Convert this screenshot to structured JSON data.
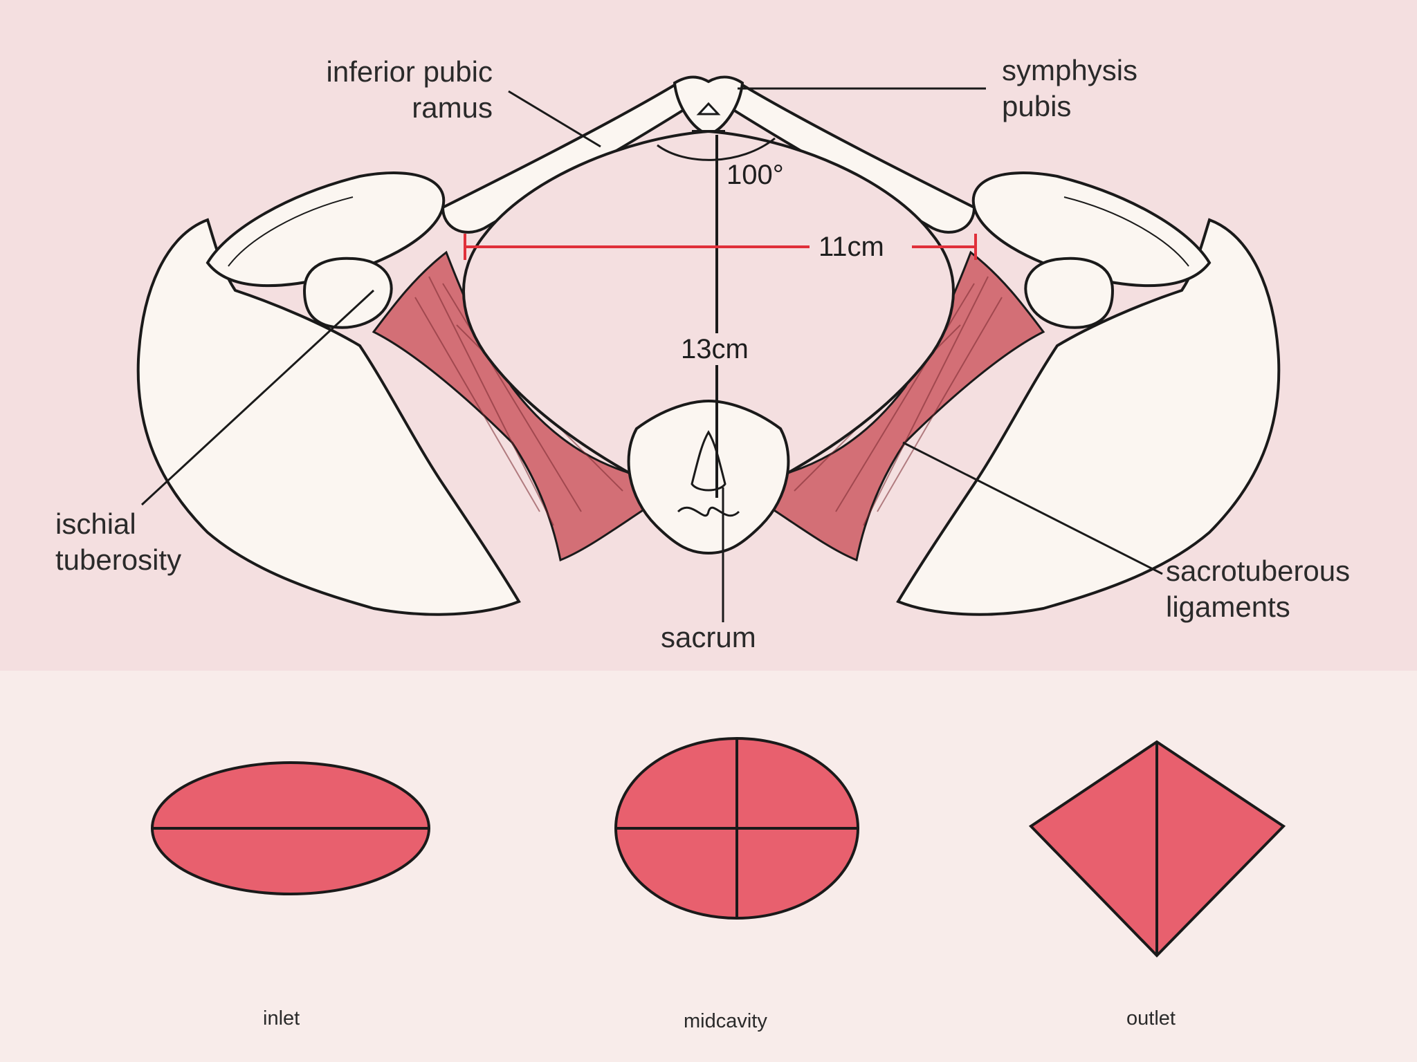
{
  "labels": {
    "inferior_pubic_ramus": "inferior pubic\nramus",
    "symphysis_pubis": "symphysis\npubis",
    "ischial_tuberosity": "ischial\ntuberosity",
    "sacrotuberous_ligaments": "sacrotuberous\nligaments",
    "sacrum": "sacrum"
  },
  "measurements": {
    "angle": "100°",
    "transverse": "11cm",
    "anteroposterior": "13cm"
  },
  "shapes": [
    {
      "label": "inlet"
    },
    {
      "label": "midcavity"
    },
    {
      "label": "outlet"
    }
  ],
  "colors": {
    "background_top": "#f4dfe0",
    "background_bottom": "#f8ecea",
    "shape_fill": "#e8606e",
    "ligament": "#d36f76",
    "bone": "#fbf6f1",
    "measure_line": "#e0303a",
    "stroke": "#1a1a1a"
  }
}
